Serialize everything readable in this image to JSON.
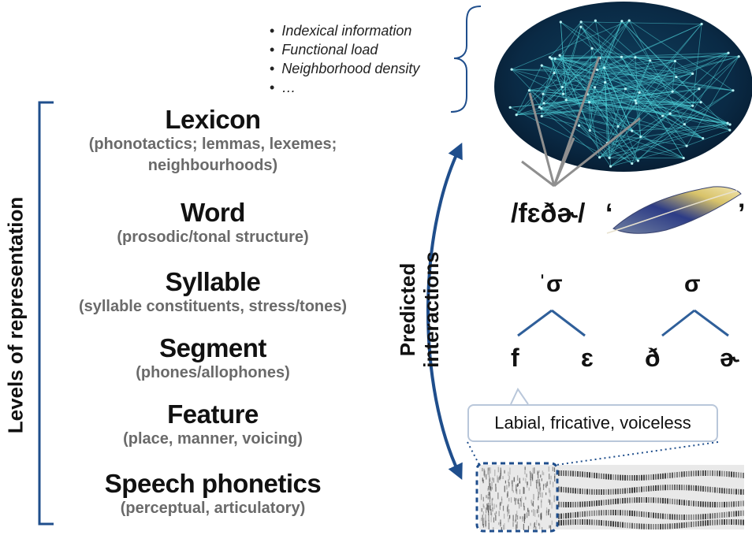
{
  "left_bracket_label": "Levels of representation",
  "levels": [
    {
      "title": "Lexicon",
      "subtitle": [
        "(phonotactics; lemmas, lexemes;",
        "neighbourhoods)"
      ]
    },
    {
      "title": "Word",
      "subtitle": [
        "(prosodic/tonal structure)"
      ]
    },
    {
      "title": "Syllable",
      "subtitle": [
        "(syllable constituents, stress/tones)"
      ]
    },
    {
      "title": "Segment",
      "subtitle": [
        "(phones/allophones)"
      ]
    },
    {
      "title": "Feature",
      "subtitle": [
        "(place, manner, voicing)"
      ]
    },
    {
      "title": "Speech phonetics",
      "subtitle": [
        "(perceptual, articulatory)"
      ]
    }
  ],
  "arrow_label": [
    "Predicted",
    "interactions"
  ],
  "lexicon_properties": [
    "Indexical information",
    "Functional load",
    "Neighborhood density",
    "…"
  ],
  "word": {
    "transcription": "/fɛðɚ/",
    "gloss_open": "‘",
    "gloss_close": "’"
  },
  "syllables": [
    {
      "nucleus": "ˈσ",
      "onset": "f",
      "rhyme": "ɛ"
    },
    {
      "nucleus": "σ",
      "onset": "ð",
      "rhyme": "ɚ"
    }
  ],
  "feature_callout": "Labial, fricative, voiceless",
  "colors": {
    "bracket": "#1f4e8c",
    "arrow": "#1f4e8c",
    "tree": "#2f5f9a",
    "subtitle": "#6a6a6a"
  },
  "icons": [
    "network-globe-image",
    "feather-image",
    "spectrogram-image"
  ]
}
